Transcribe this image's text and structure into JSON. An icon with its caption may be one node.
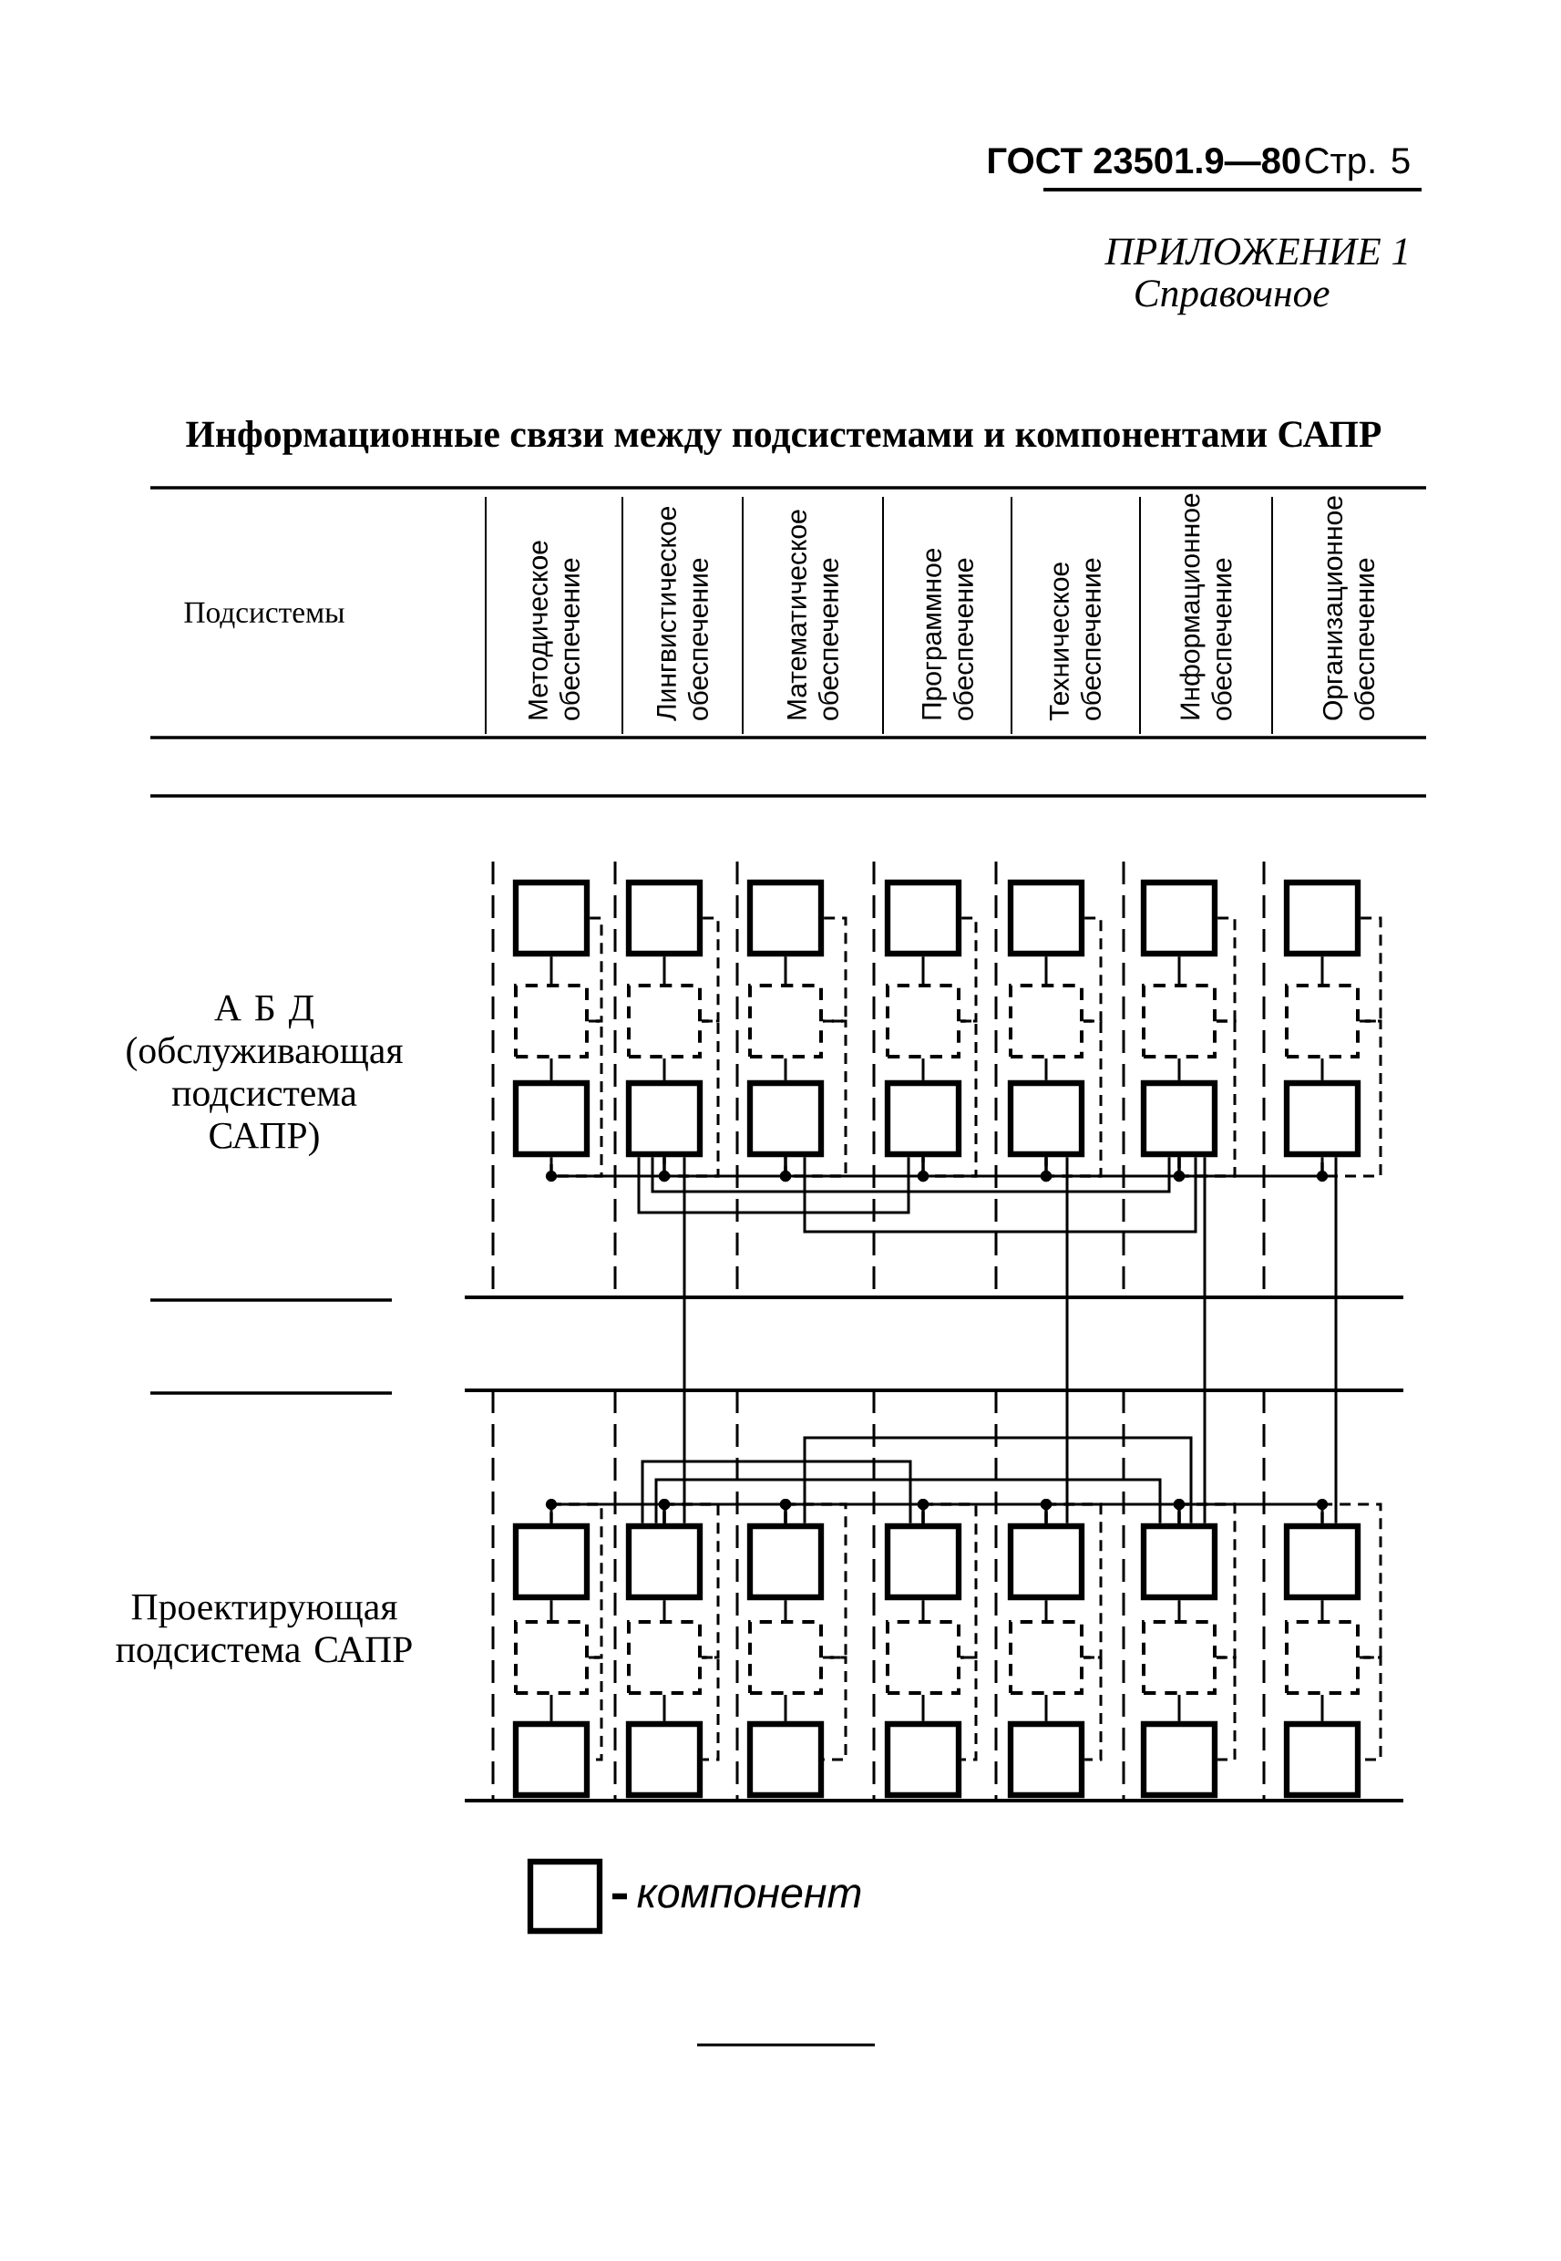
{
  "diagram": {
    "title": "Информационные связи между подсистемами и компонентами САПР",
    "nodes": [
      {
        "text": [],
        "shape": "box"
      },
      {
        "text": [],
        "shape": "box"
      },
      {
        "text": [],
        "shape": "box"
      },
      {
        "text": [],
        "shape": "box"
      },
      {
        "text": [],
        "shape": "box"
      },
      {
        "text": [],
        "shape": "box"
      },
      {
        "text": [],
        "shape": "box"
      },
      {
        "text": [],
        "shape": "box"
      },
      {
        "text": [],
        "shape": "box"
      },
      {
        "text": [],
        "shape": "box"
      },
      {
        "text": [],
        "shape": "box"
      },
      {
        "text": [],
        "shape": "box"
      },
      {
        "text": [],
        "shape": "box"
      },
      {
        "text": [],
        "shape": "box"
      },
      {
        "text": [],
        "shape": "box"
      },
      {
        "text": [],
        "shape": "box"
      },
      {
        "text": [],
        "shape": "box"
      },
      {
        "text": [],
        "shape": "box"
      },
      {
        "text": [],
        "shape": "box"
      },
      {
        "text": [],
        "shape": "box"
      },
      {
        "text": [],
        "shape": "box"
      },
      {
        "text": [],
        "shape": "box"
      },
      {
        "text": [],
        "shape": "box"
      },
      {
        "text": [],
        "shape": "box"
      },
      {
        "text": [],
        "shape": "box"
      },
      {
        "text": [],
        "shape": "box"
      },
      {
        "text": [],
        "shape": "box"
      },
      {
        "text": [],
        "shape": "box"
      },
      {
        "text": [],
        "shape": "box"
      },
      {
        "text": [],
        "shape": "box"
      },
      {
        "text": [],
        "shape": "box"
      },
      {
        "text": [],
        "shape": "box"
      },
      {
        "text": [],
        "shape": "box"
      },
      {
        "text": [],
        "shape": "box"
      },
      {
        "text": [],
        "shape": "box"
      },
      {
        "text": [],
        "shape": "box"
      },
      {
        "text": [],
        "shape": "box"
      },
      {
        "text": [],
        "shape": "box"
      },
      {
        "text": [],
        "shape": "box"
      },
      {
        "text": [],
        "shape": "box"
      },
      {
        "text": [],
        "shape": "box"
      },
      {
        "text": [],
        "shape": "box"
      }
    ],
    "edges": [
      {
        "from": 0,
        "to": 7,
        "arrow": "none"
      },
      {
        "from": 7,
        "to": 14,
        "arrow": "none"
      },
      {
        "from": 0,
        "to": 7,
        "arrow": "none",
        "style": "dashed"
      },
      {
        "from": 7,
        "to": 14,
        "arrow": "none",
        "style": "dashed"
      },
      {
        "from": 1,
        "to": 8,
        "arrow": "none"
      },
      {
        "from": 8,
        "to": 15,
        "arrow": "none"
      },
      {
        "from": 1,
        "to": 8,
        "arrow": "none",
        "style": "dashed"
      },
      {
        "from": 8,
        "to": 15,
        "arrow": "none",
        "style": "dashed"
      },
      {
        "from": 2,
        "to": 9,
        "arrow": "none"
      },
      {
        "from": 9,
        "to": 16,
        "arrow": "none"
      },
      {
        "from": 2,
        "to": 9,
        "arrow": "none",
        "style": "dashed"
      },
      {
        "from": 9,
        "to": 16,
        "arrow": "none",
        "style": "dashed"
      },
      {
        "from": 3,
        "to": 10,
        "arrow": "none"
      },
      {
        "from": 10,
        "to": 17,
        "arrow": "none"
      },
      {
        "from": 3,
        "to": 10,
        "arrow": "none",
        "style": "dashed"
      },
      {
        "from": 10,
        "to": 17,
        "arrow": "none",
        "style": "dashed"
      },
      {
        "from": 4,
        "to": 11,
        "arrow": "none"
      },
      {
        "from": 11,
        "to": 18,
        "arrow": "none"
      },
      {
        "from": 4,
        "to": 11,
        "arrow": "none",
        "style": "dashed"
      },
      {
        "from": 11,
        "to": 18,
        "arrow": "none",
        "style": "dashed"
      },
      {
        "from": 5,
        "to": 12,
        "arrow": "none"
      },
      {
        "from": 12,
        "to": 19,
        "arrow": "none"
      },
      {
        "from": 5,
        "to": 12,
        "arrow": "none",
        "style": "dashed"
      },
      {
        "from": 12,
        "to": 19,
        "arrow": "none",
        "style": "dashed"
      },
      {
        "from": 6,
        "to": 13,
        "arrow": "none"
      },
      {
        "from": 13,
        "to": 20,
        "arrow": "none"
      },
      {
        "from": 6,
        "to": 13,
        "arrow": "none",
        "style": "dashed"
      },
      {
        "from": 13,
        "to": 20,
        "arrow": "none",
        "style": "dashed"
      },
      {
        "from": 14,
        "to": 15,
        "arrow": "none"
      },
      {
        "from": 15,
        "to": 16,
        "arrow": "none"
      },
      {
        "from": 16,
        "to": 17,
        "arrow": "none"
      },
      {
        "from": 17,
        "to": 18,
        "arrow": "none"
      },
      {
        "from": 18,
        "to": 19,
        "arrow": "none"
      },
      {
        "from": 19,
        "to": 20,
        "arrow": "none"
      },
      {
        "from": 15,
        "to": 17,
        "arrow": "none"
      },
      {
        "from": 15,
        "to": 19,
        "arrow": "none"
      },
      {
        "from": 16,
        "to": 19,
        "arrow": "none"
      },
      {
        "from": 15,
        "to": 22,
        "arrow": "none"
      },
      {
        "from": 18,
        "to": 25,
        "arrow": "none"
      },
      {
        "from": 19,
        "to": 26,
        "arrow": "none"
      },
      {
        "from": 20,
        "to": 27,
        "arrow": "none"
      },
      {
        "from": 21,
        "to": 22,
        "arrow": "none"
      },
      {
        "from": 22,
        "to": 23,
        "arrow": "none"
      },
      {
        "from": 23,
        "to": 24,
        "arrow": "none"
      },
      {
        "from": 24,
        "to": 25,
        "arrow": "none"
      },
      {
        "from": 25,
        "to": 26,
        "arrow": "none"
      },
      {
        "from": 26,
        "to": 27,
        "arrow": "none"
      },
      {
        "from": 22,
        "to": 24,
        "arrow": "none"
      },
      {
        "from": 22,
        "to": 26,
        "arrow": "none"
      },
      {
        "from": 23,
        "to": 26,
        "arrow": "none"
      },
      {
        "from": 21,
        "to": 28,
        "arrow": "none"
      },
      {
        "from": 28,
        "to": 35,
        "arrow": "none"
      },
      {
        "from": 21,
        "to": 28,
        "arrow": "none",
        "style": "dashed"
      },
      {
        "from": 28,
        "to": 35,
        "arrow": "none",
        "style": "dashed"
      },
      {
        "from": 22,
        "to": 29,
        "arrow": "none"
      },
      {
        "from": 29,
        "to": 36,
        "arrow": "none"
      },
      {
        "from": 22,
        "to": 29,
        "arrow": "none",
        "style": "dashed"
      },
      {
        "from": 29,
        "to": 36,
        "arrow": "none",
        "style": "dashed"
      },
      {
        "from": 23,
        "to": 30,
        "arrow": "none"
      },
      {
        "from": 30,
        "to": 37,
        "arrow": "none"
      },
      {
        "from": 23,
        "to": 30,
        "arrow": "none",
        "style": "dashed"
      },
      {
        "from": 30,
        "to": 37,
        "arrow": "none",
        "style": "dashed"
      },
      {
        "from": 24,
        "to": 31,
        "arrow": "none"
      },
      {
        "from": 31,
        "to": 38,
        "arrow": "none"
      },
      {
        "from": 24,
        "to": 31,
        "arrow": "none",
        "style": "dashed"
      },
      {
        "from": 31,
        "to": 38,
        "arrow": "none",
        "style": "dashed"
      },
      {
        "from": 25,
        "to": 32,
        "arrow": "none"
      },
      {
        "from": 32,
        "to": 39,
        "arrow": "none"
      },
      {
        "from": 25,
        "to": 32,
        "arrow": "none",
        "style": "dashed"
      },
      {
        "from": 32,
        "to": 39,
        "arrow": "none",
        "style": "dashed"
      },
      {
        "from": 26,
        "to": 33,
        "arrow": "none"
      },
      {
        "from": 33,
        "to": 40,
        "arrow": "none"
      },
      {
        "from": 26,
        "to": 33,
        "arrow": "none",
        "style": "dashed"
      },
      {
        "from": 33,
        "to": 40,
        "arrow": "none",
        "style": "dashed"
      },
      {
        "from": 27,
        "to": 34,
        "arrow": "none"
      },
      {
        "from": 34,
        "to": 41,
        "arrow": "none"
      },
      {
        "from": 27,
        "to": 34,
        "arrow": "none",
        "style": "dashed"
      },
      {
        "from": 34,
        "to": 41,
        "arrow": "none",
        "style": "dashed"
      }
    ],
    "labels": [
      "ГОСТ 23501.9—80",
      "Стр. 5",
      "ПРИЛОЖЕНИЕ 1",
      "Справочное",
      "Подсистемы",
      "Методическое обеспечение",
      "Лингвистическое обеспечение",
      "Математическое обеспечение",
      "Программное обеспечение",
      "Техническое обеспечение",
      "Информационное обеспечение",
      "Организационное обеспечение",
      "А Б Д (обслуживающая подсистема САПР)",
      "Проектирующая подсистема САПР"
    ],
    "legend": [
      {
        "text": "компонент"
      }
    ]
  }
}
